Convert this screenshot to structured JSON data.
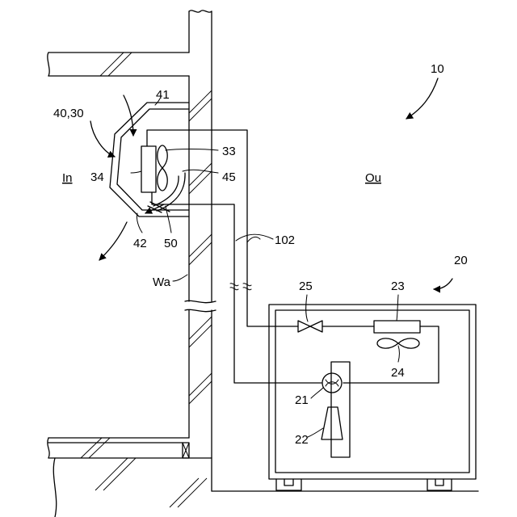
{
  "labels": {
    "system_ref": "10",
    "indoor_unit_ref": "40,30",
    "casing_top_ref": "41",
    "fan_ref": "33",
    "heat_exchanger_ref": "34",
    "flow_guide_ref": "45",
    "outlet_ref": "42",
    "vane_ref": "50",
    "pipe_ref": "102",
    "wall_ref": "Wa",
    "outdoor_unit_ref": "20",
    "valve_ref": "25",
    "outdoor_hx_ref": "23",
    "outdoor_fan_ref": "24",
    "four_way_valve_ref": "21",
    "compressor_ref": "22",
    "indoor_side": "In",
    "outdoor_side": "Ou"
  }
}
